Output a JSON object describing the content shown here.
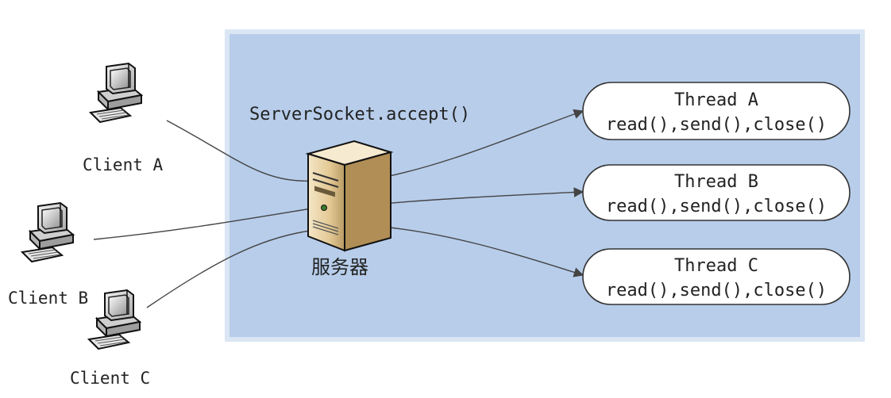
{
  "colors": {
    "panel_fill": "#b7cdea",
    "panel_border": "#dbe6f4",
    "thread_fill": "#ffffff",
    "thread_stroke": "#333333",
    "connector": "#444444",
    "server_body": "#e9d3a9",
    "client_body": "#d8d8d8"
  },
  "server": {
    "accept_call": "ServerSocket.accept()",
    "label": "服务器",
    "icon": "server-tower-icon"
  },
  "clients": [
    {
      "name": "Client A",
      "icon": "desktop-computer-icon"
    },
    {
      "name": "Client B",
      "icon": "desktop-computer-icon"
    },
    {
      "name": "Client C",
      "icon": "desktop-computer-icon"
    }
  ],
  "threads": [
    {
      "title": "Thread A",
      "methods": "read(),send(),close()"
    },
    {
      "title": "Thread B",
      "methods": "read(),send(),close()"
    },
    {
      "title": "Thread C",
      "methods": "read(),send(),close()"
    }
  ]
}
